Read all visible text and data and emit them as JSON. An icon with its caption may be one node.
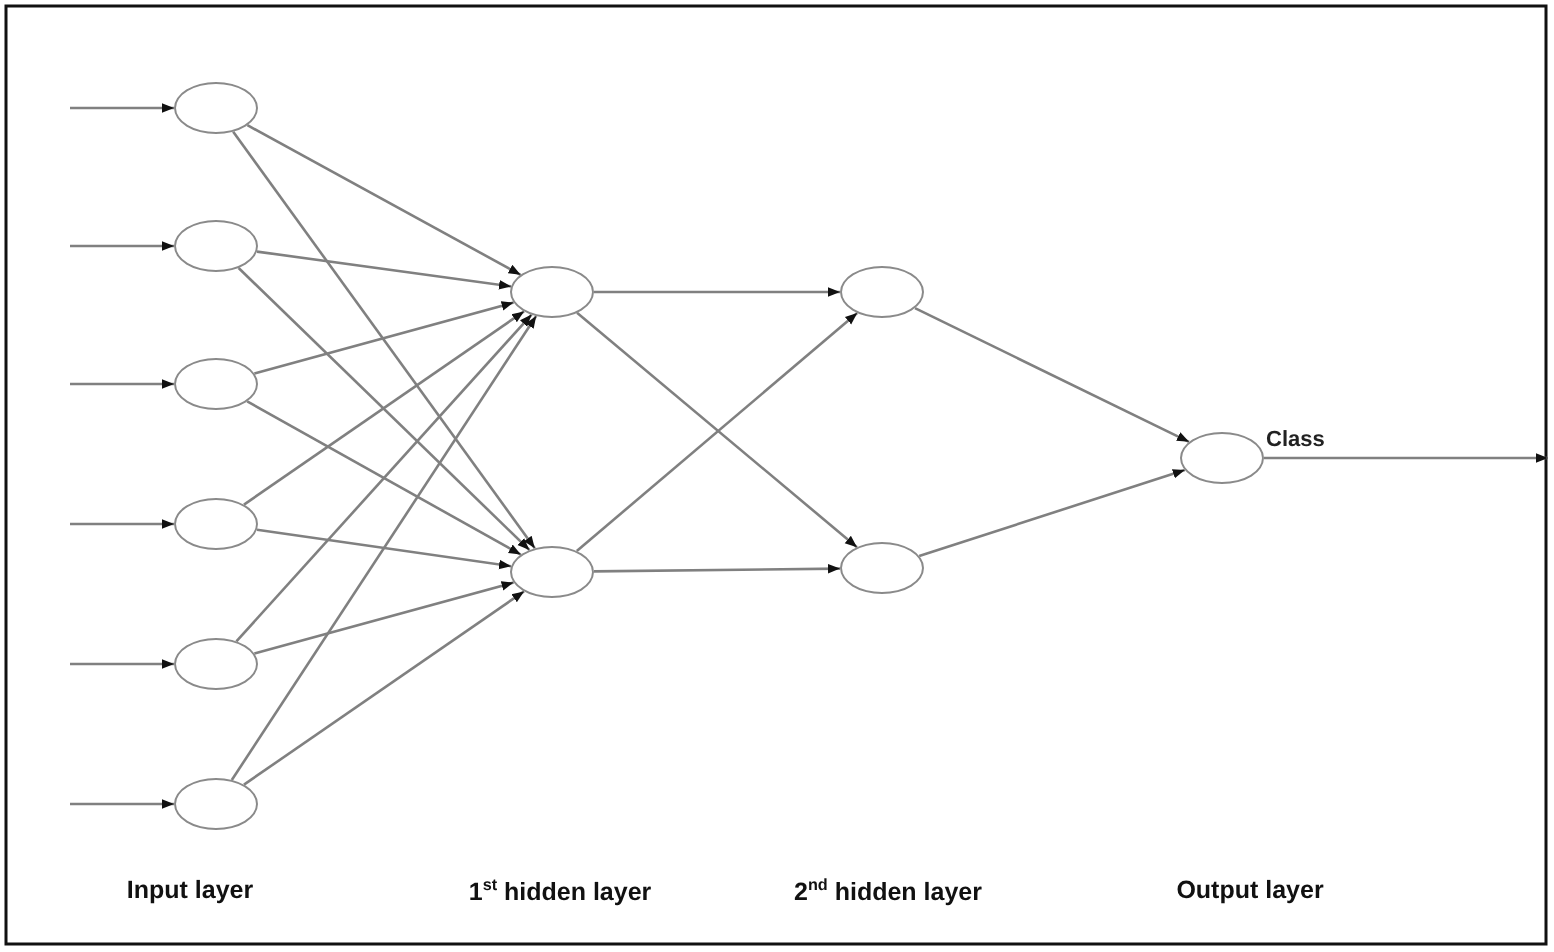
{
  "diagram": {
    "nodes": [
      {
        "text": [],
        "shape": "circle"
      },
      {
        "text": [],
        "shape": "circle"
      },
      {
        "text": [],
        "shape": "circle"
      },
      {
        "text": [],
        "shape": "circle"
      },
      {
        "text": [],
        "shape": "circle"
      },
      {
        "text": [],
        "shape": "circle"
      },
      {
        "text": [],
        "shape": "circle"
      },
      {
        "text": [],
        "shape": "circle"
      },
      {
        "text": [],
        "shape": "circle"
      },
      {
        "text": [],
        "shape": "circle"
      },
      {
        "text": [],
        "shape": "circle"
      }
    ],
    "edges": [
      {
        "from": null,
        "to": 0,
        "arrow": "to"
      },
      {
        "from": null,
        "to": 1,
        "arrow": "to"
      },
      {
        "from": null,
        "to": 2,
        "arrow": "to"
      },
      {
        "from": null,
        "to": 3,
        "arrow": "to"
      },
      {
        "from": null,
        "to": 4,
        "arrow": "to"
      },
      {
        "from": null,
        "to": 5,
        "arrow": "to"
      },
      {
        "from": 0,
        "to": 6,
        "arrow": "to"
      },
      {
        "from": 0,
        "to": 7,
        "arrow": "to"
      },
      {
        "from": 1,
        "to": 6,
        "arrow": "to"
      },
      {
        "from": 1,
        "to": 7,
        "arrow": "to"
      },
      {
        "from": 2,
        "to": 6,
        "arrow": "to"
      },
      {
        "from": 2,
        "to": 7,
        "arrow": "to"
      },
      {
        "from": 3,
        "to": 6,
        "arrow": "to"
      },
      {
        "from": 3,
        "to": 7,
        "arrow": "to"
      },
      {
        "from": 4,
        "to": 6,
        "arrow": "to"
      },
      {
        "from": 4,
        "to": 7,
        "arrow": "to"
      },
      {
        "from": 5,
        "to": 6,
        "arrow": "to"
      },
      {
        "from": 5,
        "to": 7,
        "arrow": "to"
      },
      {
        "from": 6,
        "to": 8,
        "arrow": "to"
      },
      {
        "from": 6,
        "to": 9,
        "arrow": "to"
      },
      {
        "from": 7,
        "to": 8,
        "arrow": "to"
      },
      {
        "from": 7,
        "to": 9,
        "arrow": "to"
      },
      {
        "from": 8,
        "to": 10,
        "arrow": "to"
      },
      {
        "from": 9,
        "to": 10,
        "arrow": "to"
      },
      {
        "from": 10,
        "to": null,
        "arrow": "to",
        "label": "Class"
      }
    ],
    "labels": [
      "Input layer",
      "1$^{st}$ hidden layer",
      "2$^{nd}$ hidden layer",
      "Output layer"
    ]
  }
}
